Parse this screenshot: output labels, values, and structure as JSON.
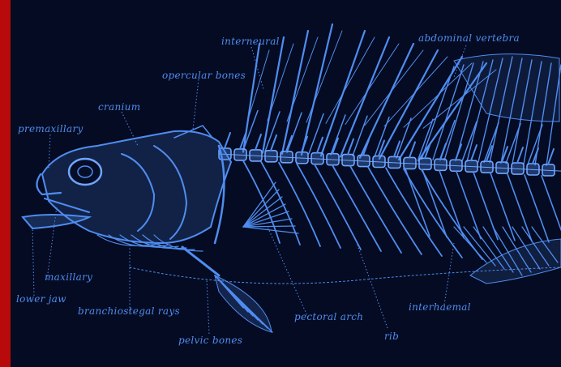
{
  "colors": {
    "background": "#050b22",
    "accent_bar": "#b80a0a",
    "bone": "#4f8df0",
    "bone_bright": "#6fa6ff"
  },
  "labels": {
    "interneural": "interneural",
    "abdominal_vertebra": "abdominal vertebra",
    "opercular_bones": "opercular bones",
    "cranium": "cranium",
    "premaxillary": "premaxillary",
    "maxillary": "maxillary",
    "lower_jaw": "lower jaw",
    "branchiostegal_rays": "branchiostegal rays",
    "pelvic_bones": "pelvic bones",
    "pectoral_arch": "pectoral arch",
    "rib": "rib",
    "interhaemal": "interhaemal"
  }
}
